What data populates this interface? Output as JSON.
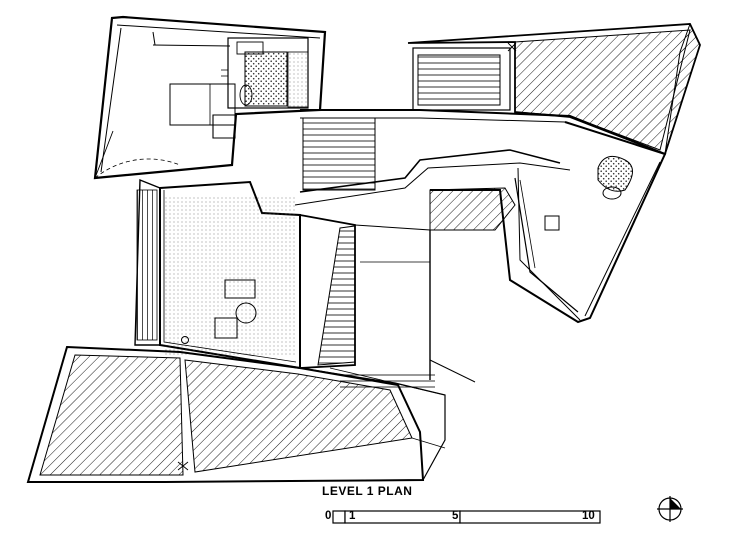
{
  "drawing": {
    "title": "LEVEL 1  PLAN",
    "scale_bar": {
      "labels": [
        "0",
        "1",
        "5",
        "10"
      ]
    },
    "north_arrow": "north-arrow-icon"
  }
}
